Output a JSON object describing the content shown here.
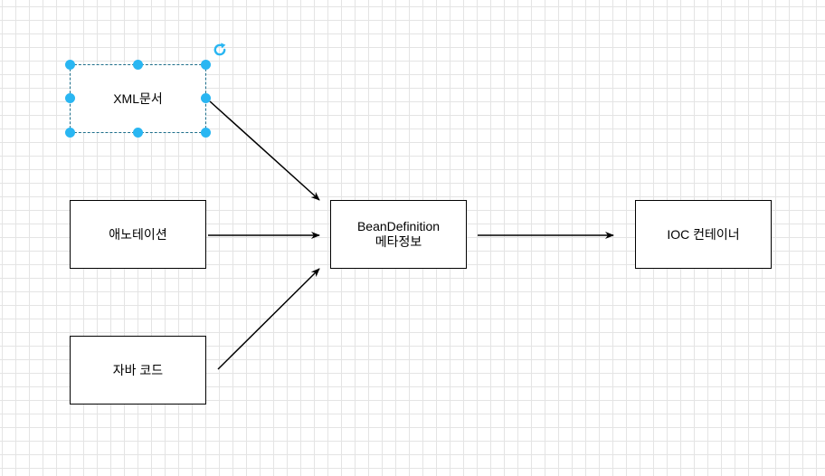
{
  "diagram": {
    "nodes": {
      "xml": {
        "label": "XML문서",
        "selected": true
      },
      "annotation": {
        "label": "애노테이션"
      },
      "java": {
        "label": "자바 코드"
      },
      "bean": {
        "label": "BeanDefinition\n메타정보"
      },
      "ioc": {
        "label": "IOC 컨테이너"
      }
    },
    "edges": [
      {
        "from": "xml",
        "to": "bean"
      },
      {
        "from": "annotation",
        "to": "bean"
      },
      {
        "from": "java",
        "to": "bean"
      },
      {
        "from": "bean",
        "to": "ioc"
      }
    ],
    "colors": {
      "selection": "#29b6f2",
      "selection_border": "#1f6f8b",
      "stroke": "#000000",
      "grid": "#e4e4e4"
    },
    "icons": {
      "selection_handle": "circle",
      "rotate": "rotate-icon"
    }
  }
}
